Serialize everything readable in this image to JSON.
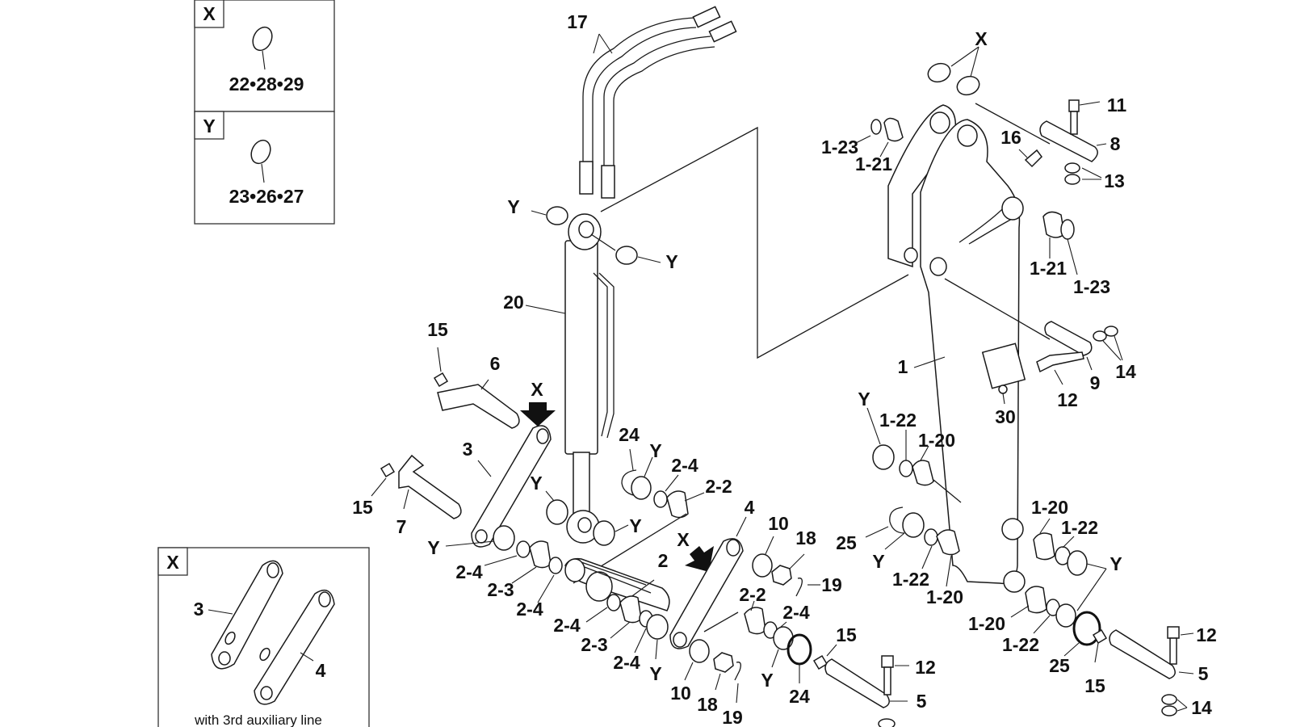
{
  "legend_boxes": {
    "x_top": {
      "tag": "X",
      "parts": "22•28•29"
    },
    "y_top": {
      "tag": "Y",
      "parts": "23•26•27"
    },
    "x_bottom": {
      "tag": "X",
      "part_a": "3",
      "part_b": "4",
      "caption": "with 3rd auxiliary line"
    }
  },
  "labels": {
    "l17": "17",
    "l20": "20",
    "lX_top": "X",
    "lY_a": "Y",
    "lY_b": "Y",
    "l15_a": "15",
    "l6": "6",
    "lX_arrow1": "X",
    "l3": "3",
    "l15_b": "15",
    "l7": "7",
    "l24_a": "24",
    "lY_c": "Y",
    "l2_4_a": "2-4",
    "l2_2_a": "2-2",
    "lY_d": "Y",
    "lY_e": "Y",
    "lY_f": "Y",
    "l2_4_b": "2-4",
    "l2_3_a": "2-3",
    "l2_4_c": "2-4",
    "l2": "2",
    "l2_4_d": "2-4",
    "l2_3_b": "2-3",
    "l2_4_e": "2-4",
    "lY_g": "Y",
    "lX_arrow2": "X",
    "l4": "4",
    "l10_a": "10",
    "l18_a": "18",
    "l19_a": "19",
    "l2_2_b": "2-2",
    "l2_4_f": "2-4",
    "l10_b": "10",
    "l18_b": "18",
    "l19_b": "19",
    "lY_h": "Y",
    "l24_b": "24",
    "l15_c": "15",
    "l12_a": "12",
    "l5_a": "5",
    "l1_23_a": "1-23",
    "l1_21_a": "1-21",
    "l16": "16",
    "l11": "11",
    "l8": "8",
    "l13": "13",
    "l1_21_b": "1-21",
    "l1_23_b": "1-23",
    "l1": "1",
    "l9": "9",
    "l14_a": "14",
    "l12_b": "12",
    "l30": "30",
    "lY_i": "Y",
    "l1_22_a": "1-22",
    "l1_20_a": "1-20",
    "l25_a": "25",
    "lY_j": "Y",
    "l1_22_b": "1-22",
    "l1_20_b": "1-20",
    "l1_20_c": "1-20",
    "l1_22_c": "1-22",
    "lY_k": "Y",
    "l1_20_d": "1-20",
    "l1_22_d": "1-22",
    "l25_b": "25",
    "l15_d": "15",
    "l12_c": "12",
    "l5_b": "5",
    "l14_b": "14"
  }
}
